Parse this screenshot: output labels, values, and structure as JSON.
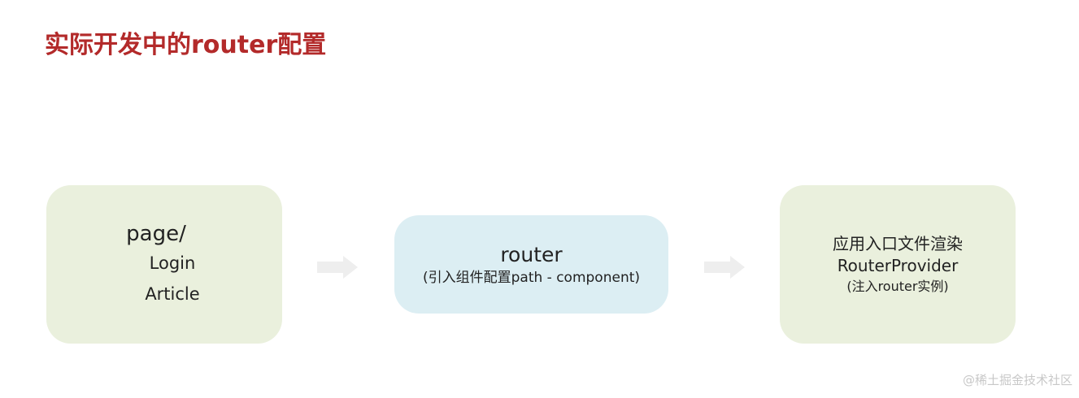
{
  "title": "实际开发中的router配置",
  "pages_box": {
    "heading": "page/",
    "items": [
      "Login",
      "Article"
    ]
  },
  "router_box": {
    "heading": "router",
    "subtitle": "(引入组件配置path - component)"
  },
  "entry_box": {
    "line1": "应用入口文件渲染",
    "line2": "RouterProvider",
    "subtitle": "(注入router实例)"
  },
  "watermark": "@稀土掘金技术社区",
  "colors": {
    "title": "#b32a2a",
    "green_box": "#eaf0dd",
    "blue_box": "#dceef3",
    "arrow": "#eeeeee"
  },
  "icons": {
    "arrow": "arrow-right-icon"
  }
}
